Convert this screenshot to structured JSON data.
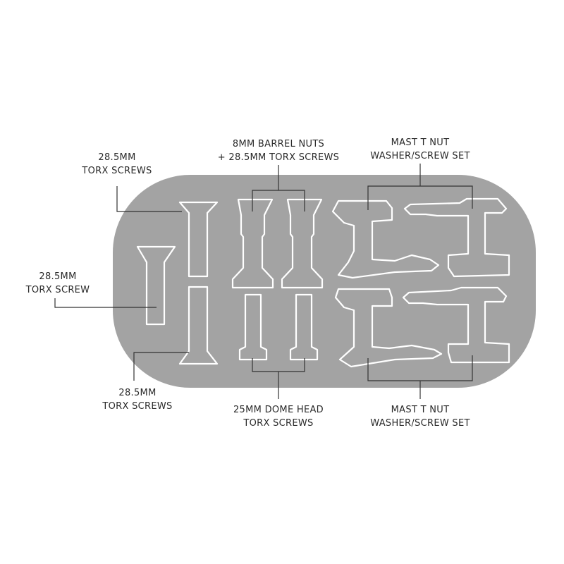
{
  "labels": {
    "top_left": {
      "line1": "28.5MM",
      "line2": "TORX SCREWS"
    },
    "mid_left": {
      "line1": "28.5MM",
      "line2": "TORX SCREW"
    },
    "bottom_left": {
      "line1": "28.5MM",
      "line2": "TORX SCREWS"
    },
    "top_center": {
      "line1": "8MM BARREL NUTS",
      "line2": "+ 28.5MM TORX SCREWS"
    },
    "bottom_center": {
      "line1": "25MM DOME HEAD",
      "line2": "TORX SCREWS"
    },
    "top_right": {
      "line1": "MAST T NUT",
      "line2": "WASHER/SCREW SET"
    },
    "bottom_right": {
      "line1": "MAST T NUT",
      "line2": "WASHER/SCREW SET"
    }
  },
  "colors": {
    "tray": "#a3a3a3",
    "slot_outline": "#ffffff",
    "leader_line": "#333333",
    "text": "#2a2a2a",
    "background": "#ffffff"
  }
}
